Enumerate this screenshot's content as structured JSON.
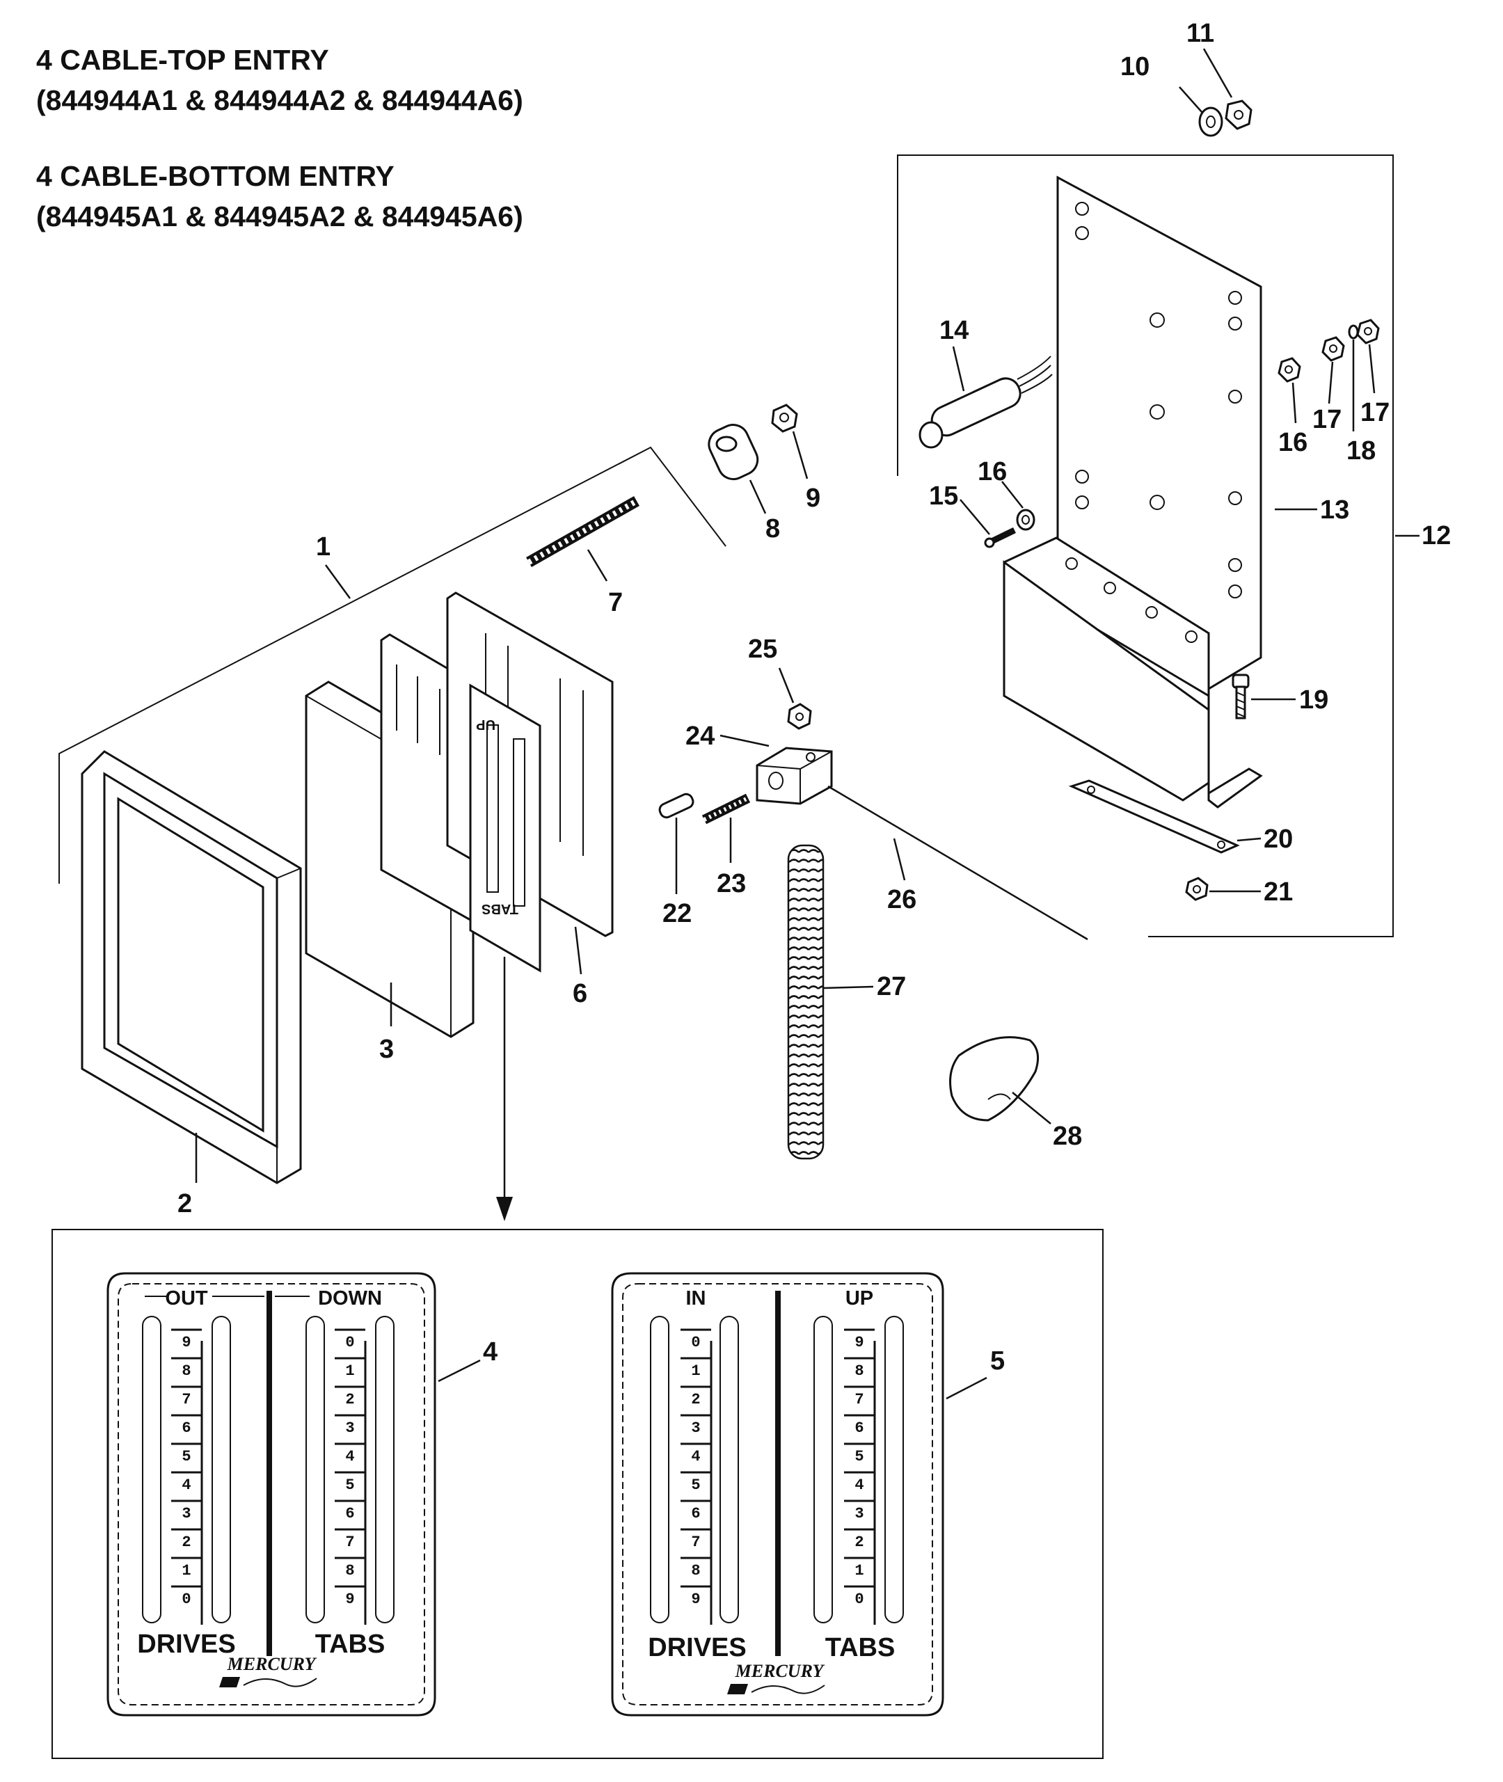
{
  "titles": [
    "4 CABLE-TOP ENTRY",
    "(844944A1  & 844944A2  & 844944A6)",
    "4 CABLE-BOTTOM ENTRY",
    "(844945A1  & 844945A2  & 844945A6)"
  ],
  "callouts": [
    "1",
    "2",
    "3",
    "4",
    "5",
    "6",
    "7",
    "8",
    "9",
    "10",
    "11",
    "12",
    "13",
    "14",
    "15",
    "16",
    "16",
    "17",
    "17",
    "18",
    "19",
    "20",
    "21",
    "22",
    "23",
    "24",
    "25",
    "26",
    "27",
    "28"
  ],
  "decal_small": {
    "top": "UP",
    "bottom": "TABS"
  },
  "panel4": {
    "header_left": "OUT",
    "header_right": "DOWN",
    "left_digits": [
      "9",
      "8",
      "7",
      "6",
      "5",
      "4",
      "3",
      "2",
      "1",
      "0"
    ],
    "right_digits": [
      "0",
      "1",
      "2",
      "3",
      "4",
      "5",
      "6",
      "7",
      "8",
      "9"
    ],
    "label_left": "DRIVES",
    "label_right": "TABS",
    "brand": "MERCURY"
  },
  "panel5": {
    "header_left": "IN",
    "header_right": "UP",
    "left_digits": [
      "0",
      "1",
      "2",
      "3",
      "4",
      "5",
      "6",
      "7",
      "8",
      "9"
    ],
    "right_digits": [
      "9",
      "8",
      "7",
      "6",
      "5",
      "4",
      "3",
      "2",
      "1",
      "0"
    ],
    "label_left": "DRIVES",
    "label_right": "TABS",
    "brand": "MERCURY"
  }
}
